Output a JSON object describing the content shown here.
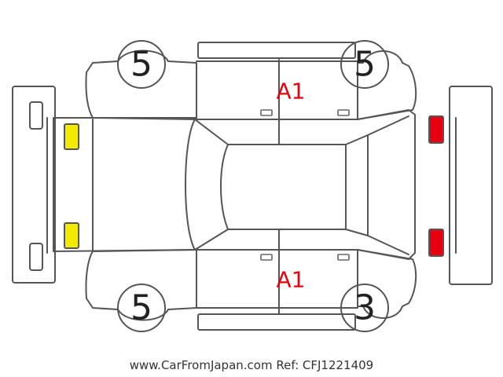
{
  "panel_grades": {
    "front_left": "5",
    "front_right": "5",
    "rear_left": "5",
    "rear_right": "3"
  },
  "damage_codes": {
    "left_side": "A1",
    "right_side": "A1"
  },
  "marker_colors": {
    "front_lights": "#f2ea00",
    "rear_lights": "#e60012",
    "damage_code_color": "#e60012",
    "light_border": "#555555"
  },
  "footer_text": "www.CarFromJapan.com Ref: CFJ1221409"
}
